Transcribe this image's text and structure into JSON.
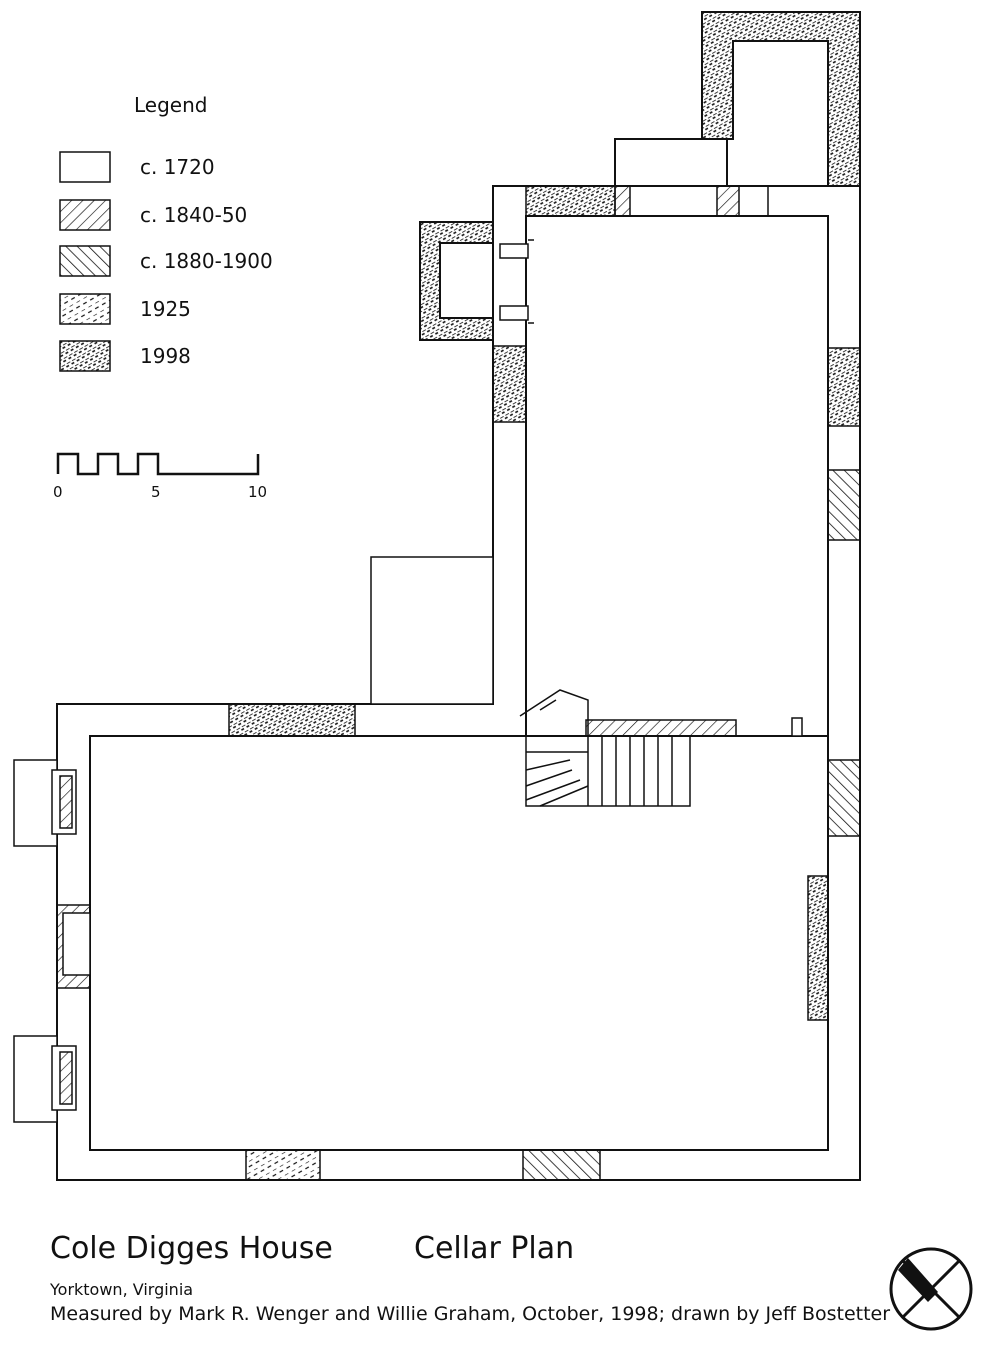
{
  "legend": {
    "title": "Legend",
    "items": [
      {
        "label": "c. 1720",
        "pattern": "plain"
      },
      {
        "label": "c. 1840-50",
        "pattern": "hatch-right"
      },
      {
        "label": "c. 1880-1900",
        "pattern": "hatch-left"
      },
      {
        "label": "1925",
        "pattern": "dashed-speckle"
      },
      {
        "label": "1998",
        "pattern": "dashed-dense"
      }
    ]
  },
  "scale": {
    "ticks": [
      "0",
      "5",
      "10"
    ]
  },
  "title": {
    "name": "Cole Digges House",
    "plan": "Cellar Plan",
    "location": "Yorktown, Virginia",
    "credit": "Measured by Mark R. Wenger and Willie Graham, October, 1998; drawn by Jeff Bostetter"
  },
  "north_arrow": {
    "icon": "north-arrow-icon"
  },
  "colors": {
    "ink": "#111111",
    "paper": "#ffffff"
  }
}
